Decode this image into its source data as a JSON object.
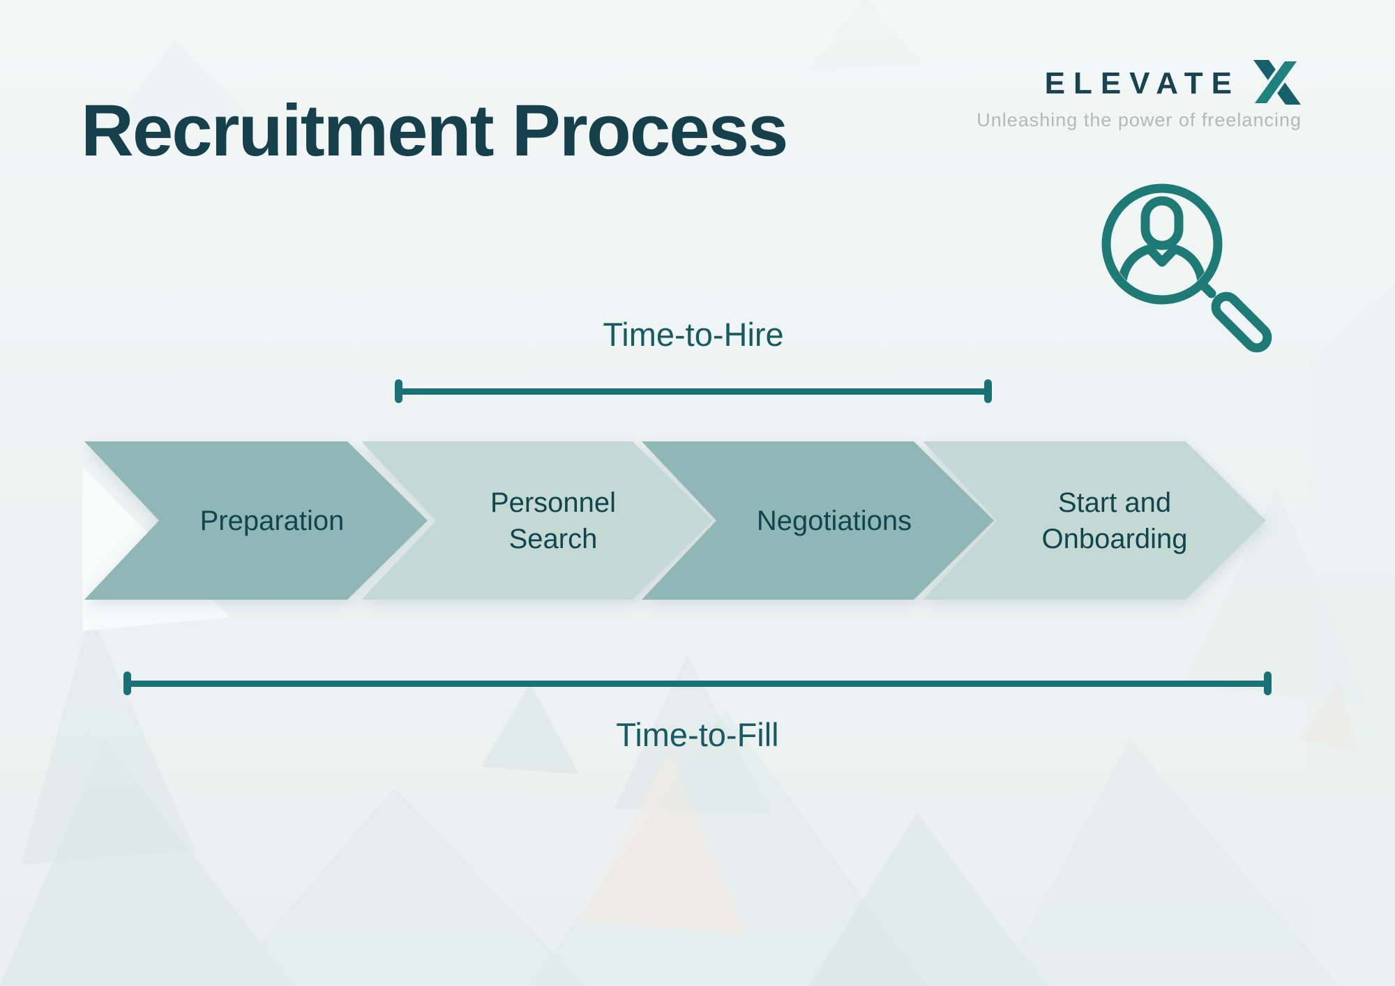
{
  "header": {
    "title": "Recruitment Process"
  },
  "logo": {
    "brand": "ELEVATE",
    "x_mark": "X",
    "tagline": "Unleashing the power of freelancing"
  },
  "process": {
    "time_to_hire_label": "Time-to-Hire",
    "time_to_fill_label": "Time-to-Fill",
    "steps": [
      {
        "label": "Preparation",
        "tone": "dark"
      },
      {
        "label": "Personnel Search",
        "tone": "light"
      },
      {
        "label": "Negotiations",
        "tone": "dark"
      },
      {
        "label": "Start and Onboarding",
        "tone": "light"
      }
    ]
  },
  "icons": {
    "person_search": "person-search-icon",
    "brand_x": "brand-x-icon"
  },
  "colors": {
    "title-ink": "#16404c",
    "step-ink": "#11454e",
    "label-ink": "#185a61",
    "accent-teal": "#1d7a74",
    "line-teal": "#1a7175",
    "chevron-dark": "#8fb7b5",
    "chevron-light": "#c5d9d4",
    "logo-ink": "#1a4350",
    "logo-x": "#1e817e",
    "logo-x-dark": "#15606a",
    "tagline-gray": "#b2b9b9",
    "bg-top": "#f2f7f6",
    "bg-bottom": "#e9f0ef"
  }
}
